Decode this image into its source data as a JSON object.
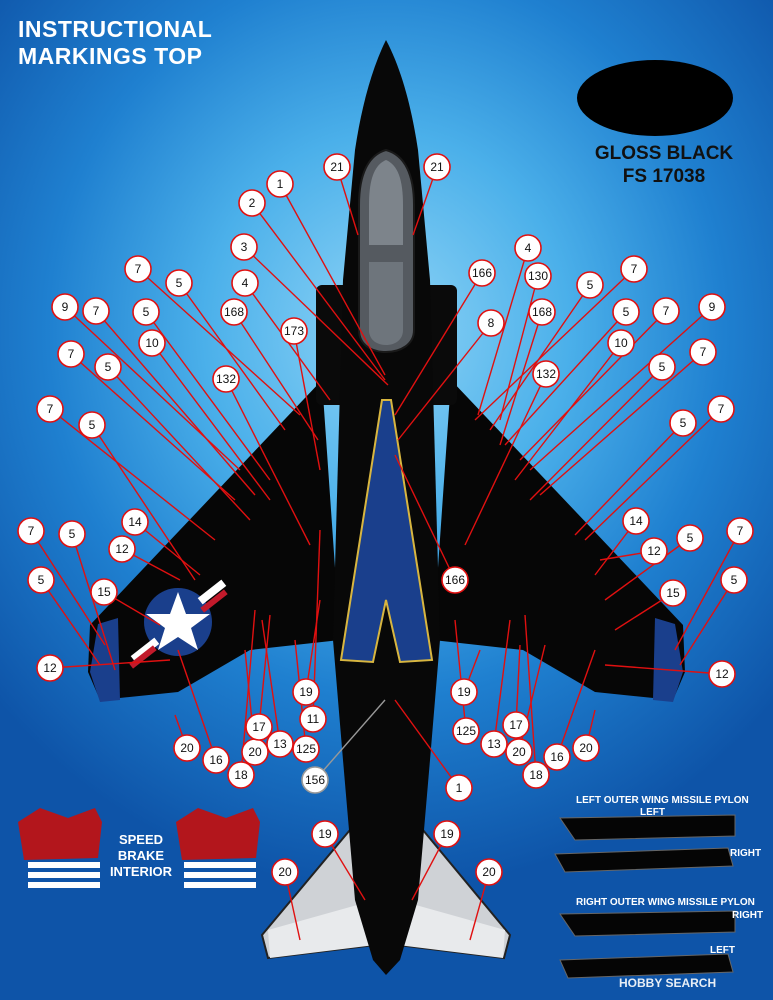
{
  "title": {
    "line1": "INSTRUCTIONAL",
    "line2": "MARKINGS TOP"
  },
  "paint": {
    "name": "GLOSS BLACK",
    "code": "FS 17038",
    "swatch_color": "#000000"
  },
  "speed_brake": {
    "line1": "SPEED",
    "line2": "BRAKE",
    "line3": "INTERIOR"
  },
  "pylons": {
    "left_title": "LEFT OUTER WING MISSILE PYLON",
    "left_sub": "LEFT",
    "left_sub2": "RIGHT",
    "right_title": "RIGHT OUTER WING MISSILE PYLON",
    "right_sub": "RIGHT",
    "right_sub2": "LEFT"
  },
  "watermark": "HOBBY SEARCH",
  "colors": {
    "leader": "#e01010",
    "callout_fill": "#ffffff",
    "aircraft": "#050505",
    "stripe_blue": "#1a3f8c",
    "stripe_gold": "#d8b640"
  },
  "callouts": [
    {
      "label": "1",
      "color": "red"
    },
    {
      "label": "2",
      "color": "red"
    },
    {
      "label": "3",
      "color": "red"
    },
    {
      "label": "4",
      "color": "red"
    },
    {
      "label": "168",
      "color": "red"
    },
    {
      "label": "173",
      "color": "red"
    },
    {
      "label": "132",
      "color": "red"
    },
    {
      "label": "21",
      "color": "red"
    },
    {
      "label": "21",
      "color": "red"
    },
    {
      "label": "7",
      "color": "red"
    },
    {
      "label": "5",
      "color": "red"
    },
    {
      "label": "9",
      "color": "red"
    },
    {
      "label": "7",
      "color": "red"
    },
    {
      "label": "5",
      "color": "red"
    },
    {
      "label": "10",
      "color": "red"
    },
    {
      "label": "7",
      "color": "red"
    },
    {
      "label": "5",
      "color": "red"
    },
    {
      "label": "7",
      "color": "red"
    },
    {
      "label": "5",
      "color": "red"
    },
    {
      "label": "14",
      "color": "red"
    },
    {
      "label": "12",
      "color": "red"
    },
    {
      "label": "7",
      "color": "red"
    },
    {
      "label": "5",
      "color": "red"
    },
    {
      "label": "15",
      "color": "red"
    },
    {
      "label": "5",
      "color": "red"
    },
    {
      "label": "12",
      "color": "red"
    },
    {
      "label": "20",
      "color": "red"
    },
    {
      "label": "16",
      "color": "red"
    },
    {
      "label": "18",
      "color": "red"
    },
    {
      "label": "20",
      "color": "red"
    },
    {
      "label": "17",
      "color": "red"
    },
    {
      "label": "13",
      "color": "red"
    },
    {
      "label": "125",
      "color": "red"
    },
    {
      "label": "11",
      "color": "red"
    },
    {
      "label": "19",
      "color": "red"
    },
    {
      "label": "156",
      "color": "gray"
    },
    {
      "label": "166",
      "color": "red"
    },
    {
      "label": "130",
      "color": "red"
    },
    {
      "label": "4",
      "color": "red"
    },
    {
      "label": "168",
      "color": "red"
    },
    {
      "label": "8",
      "color": "red"
    },
    {
      "label": "132",
      "color": "red"
    },
    {
      "label": "7",
      "color": "red"
    },
    {
      "label": "5",
      "color": "red"
    },
    {
      "label": "5",
      "color": "red"
    },
    {
      "label": "7",
      "color": "red"
    },
    {
      "label": "9",
      "color": "red"
    },
    {
      "label": "10",
      "color": "red"
    },
    {
      "label": "5",
      "color": "red"
    },
    {
      "label": "7",
      "color": "red"
    },
    {
      "label": "5",
      "color": "red"
    },
    {
      "label": "7",
      "color": "red"
    },
    {
      "label": "166",
      "color": "red"
    },
    {
      "label": "14",
      "color": "red"
    },
    {
      "label": "12",
      "color": "red"
    },
    {
      "label": "5",
      "color": "red"
    },
    {
      "label": "7",
      "color": "red"
    },
    {
      "label": "15",
      "color": "red"
    },
    {
      "label": "5",
      "color": "red"
    },
    {
      "label": "12",
      "color": "red"
    },
    {
      "label": "19",
      "color": "red"
    },
    {
      "label": "125",
      "color": "red"
    },
    {
      "label": "13",
      "color": "red"
    },
    {
      "label": "17",
      "color": "red"
    },
    {
      "label": "20",
      "color": "red"
    },
    {
      "label": "18",
      "color": "red"
    },
    {
      "label": "16",
      "color": "red"
    },
    {
      "label": "20",
      "color": "red"
    },
    {
      "label": "1",
      "color": "red"
    },
    {
      "label": "19",
      "color": "red"
    },
    {
      "label": "19",
      "color": "red"
    },
    {
      "label": "20",
      "color": "red"
    },
    {
      "label": "20",
      "color": "red"
    }
  ]
}
